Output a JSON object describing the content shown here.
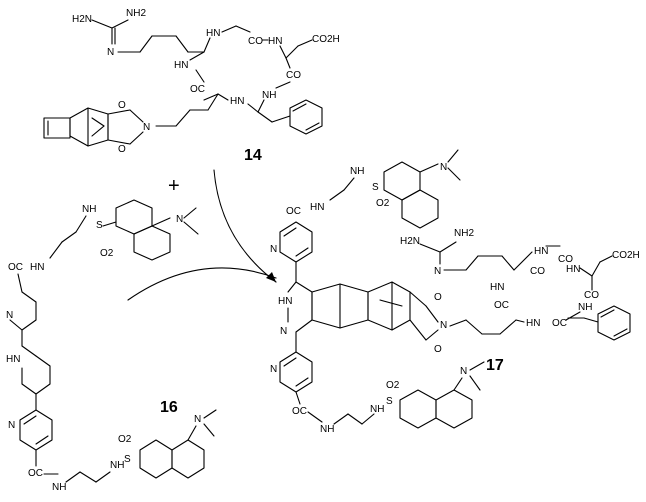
{
  "compounds": {
    "c14": "14",
    "c16": "16",
    "c17": "17"
  },
  "operator": "+",
  "atoms": {
    "nh2": "NH2",
    "h2n": "H2N",
    "hn": "HN",
    "nh": "NH",
    "n": "N",
    "o": "O",
    "oc": "OC",
    "co": "CO",
    "co2h": "CO2H",
    "s": "S",
    "o2": "O2",
    "oc_amide": "OC",
    "hn_amide": "HN",
    "n_ring": "N",
    "hn_ring": "HN",
    "n_eq": "N"
  }
}
